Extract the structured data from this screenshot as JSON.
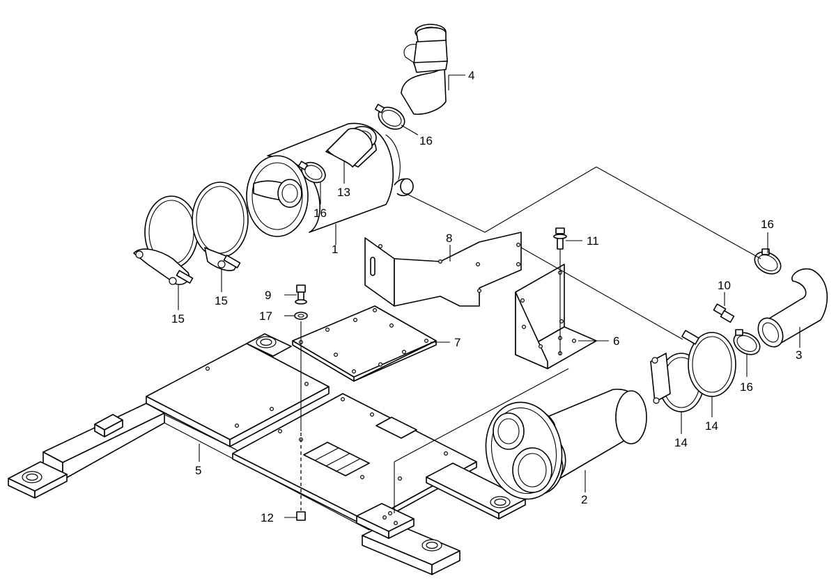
{
  "callouts": {
    "c1": "1",
    "c2": "2",
    "c3": "3",
    "c4": "4",
    "c5": "5",
    "c6": "6",
    "c7": "7",
    "c8": "8",
    "c9": "9",
    "c10": "10",
    "c11": "11",
    "c12": "12",
    "c13": "13",
    "c14a": "14",
    "c14b": "14",
    "c15a": "15",
    "c15b": "15",
    "c16a": "16",
    "c16b": "16",
    "c16c": "16",
    "c16d": "16",
    "c17": "17"
  }
}
